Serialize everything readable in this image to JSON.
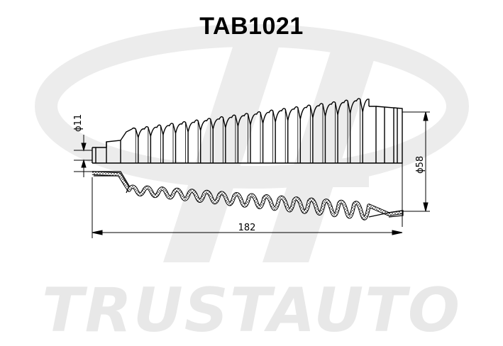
{
  "title": {
    "part_number": "TAB1021"
  },
  "watermark": {
    "brand": "TRUSTAUTO",
    "color": "#e8e8e8"
  },
  "dimensions": {
    "small_diameter": "ϕ11",
    "large_diameter": "ϕ58",
    "length": "182"
  },
  "colors": {
    "line": "#000000",
    "background": "#ffffff",
    "watermark": "#e8e8e8"
  }
}
